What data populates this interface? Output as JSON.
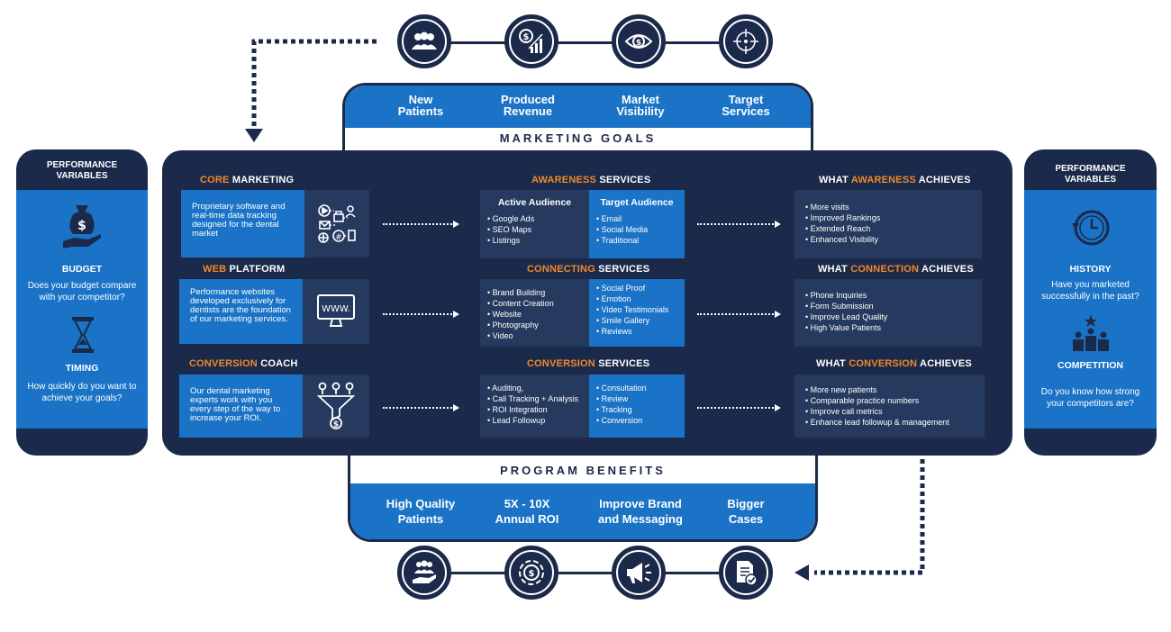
{
  "goals": {
    "items": [
      "New\nPatients",
      "Produced\nRevenue",
      "Market\nVisibility",
      "Target\nServices"
    ],
    "title": "MARKETING GOALS"
  },
  "benefits": {
    "title": "PROGRAM BENEFITS",
    "items": [
      "High Quality\nPatients",
      "5X - 10X\nAnnual ROI",
      "Improve Brand\nand Messaging",
      "Bigger\nCases"
    ]
  },
  "left_panel": {
    "title": "PERFORMANCE\nVARIABLES",
    "budget_title": "BUDGET",
    "budget_text": "Does your budget compare with your competitor?",
    "timing_title": "TIMING",
    "timing_text": "How quickly do you want to achieve your goals?"
  },
  "right_panel": {
    "title": "PERFORMANCE\nVARIABLES",
    "history_title": "HISTORY",
    "history_text": "Have you marketed successfully in the past?",
    "competition_title": "COMPETITION",
    "competition_text": "Do you know how strong your competitors are?"
  },
  "rows": [
    {
      "left_head_hl": "CORE",
      "left_head_rest": " MARKETING",
      "card": "Proprietary software and real-time data tracking designed for the dental market",
      "svc_head_hl": "AWARENESS",
      "svc_head_rest": " SERVICES",
      "col1_head": "Active Audience",
      "col1": [
        "Google Ads",
        "SEO Maps",
        "Listings"
      ],
      "col2_head": "Target Audience",
      "col2": [
        "Email",
        "Social Media",
        "Traditional"
      ],
      "ach_head_pre": "WHAT ",
      "ach_head_hl": "AWARENESS",
      "ach_head_rest": " ACHIEVES",
      "ach": [
        "More visits",
        "Improved Rankings",
        "Extended Reach",
        "Enhanced Visibility"
      ]
    },
    {
      "left_head_hl": "WEB",
      "left_head_rest": " PLATFORM",
      "card": "Performance websites developed exclusively for dentists are the foundation of our marketing services.",
      "icon_text": "WWW.",
      "svc_head_hl": "CONNECTING",
      "svc_head_rest": " SERVICES",
      "col1_head": "",
      "col1": [
        "Brand Building",
        "Content Creation",
        "Website",
        "Photography",
        "Video"
      ],
      "col2_head": "",
      "col2": [
        "Social Proof",
        "Emotion",
        "Video Testimonials",
        "Smile Gallery",
        "Reviews"
      ],
      "ach_head_pre": "WHAT ",
      "ach_head_hl": "CONNECTION",
      "ach_head_rest": " ACHIEVES",
      "ach": [
        "Phone Inquiries",
        "Form Submission",
        "Improve Lead Quality",
        "High Value Patients"
      ]
    },
    {
      "left_head_hl": "CONVERSION",
      "left_head_rest": " COACH",
      "card": "Our dental marketing experts work with you every step of the way to increase your ROI.",
      "svc_head_hl": "CONVERSION",
      "svc_head_rest": " SERVICES",
      "col1_head": "",
      "col1": [
        "Auditing,",
        "Call Tracking + Analysis",
        "ROI Integration",
        "Lead Followup"
      ],
      "col2_head": "",
      "col2": [
        "Consultation",
        "Review",
        "Tracking",
        "Conversion"
      ],
      "ach_head_pre": "WHAT ",
      "ach_head_hl": "CONVERSION",
      "ach_head_rest": " ACHIEVES",
      "ach": [
        "More new patients",
        "Comparable practice numbers",
        "Improve call metrics",
        "Enhance lead followup & management"
      ]
    }
  ],
  "colors": {
    "navy": "#1b2a4a",
    "blue": "#1a73c6",
    "orange": "#f0892a"
  },
  "icons": {
    "top": [
      "people-icon",
      "revenue-chart-icon",
      "eye-dollar-icon",
      "crosshair-icon"
    ],
    "bottom": [
      "hand-people-icon",
      "dollar-cycle-icon",
      "megaphone-icon",
      "document-check-icon"
    ]
  }
}
